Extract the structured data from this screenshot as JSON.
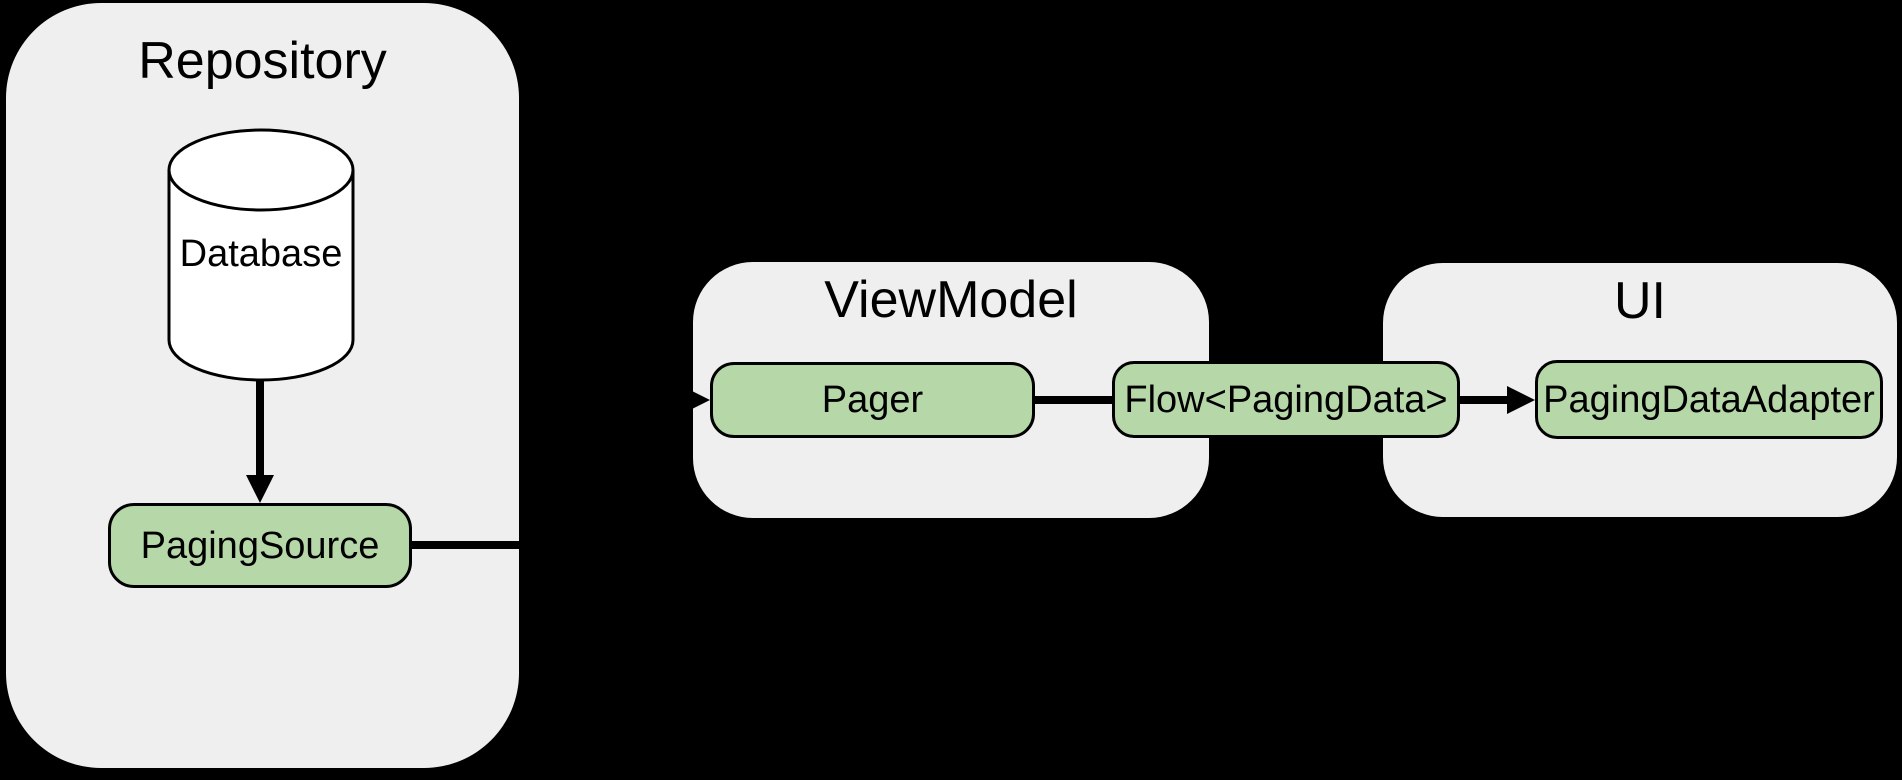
{
  "diagram": {
    "colors": {
      "background": "#000000",
      "panel_fill": "#efefef",
      "node_fill": "#b6d7a8",
      "stroke": "#000000"
    },
    "panels": {
      "repository": {
        "title": "Repository"
      },
      "viewmodel": {
        "title": "ViewModel"
      },
      "ui": {
        "title": "UI"
      }
    },
    "nodes": {
      "database": {
        "label": "Database"
      },
      "paging_source": {
        "label": "PagingSource"
      },
      "pager": {
        "label": "Pager"
      },
      "flow_paging_data": {
        "label": "Flow<PagingData>"
      },
      "paging_data_adapter": {
        "label": "PagingDataAdapter"
      }
    }
  }
}
